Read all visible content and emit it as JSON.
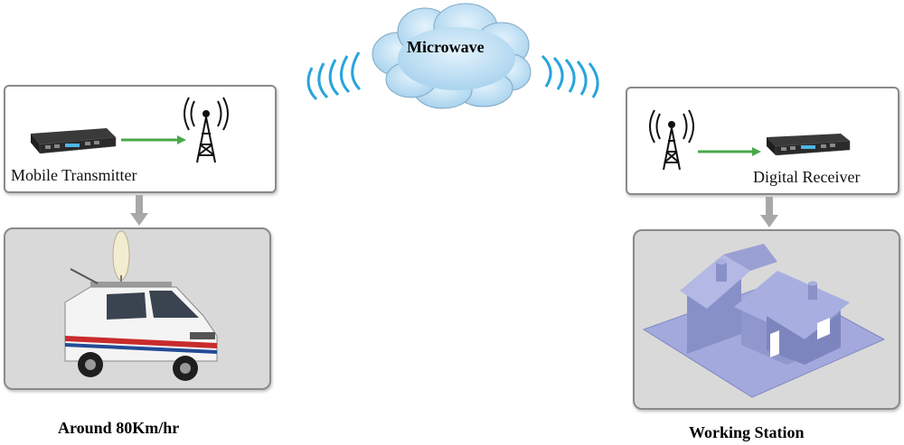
{
  "transmitter": {
    "label": "Mobile Transmitter"
  },
  "receiver": {
    "label": "Digital Receiver"
  },
  "cloud": {
    "label": "Microwave"
  },
  "captions": {
    "vehicle": "Around 80Km/hr",
    "station": "Working Station"
  },
  "icons": {
    "antenna": "antenna-tower-icon",
    "device": "rack-device-icon",
    "waves": "radio-waves-icon"
  },
  "colors": {
    "signal_arrow": "#4aa84a",
    "waves": "#27a4dc",
    "cloud": "#b8dcf2",
    "house": "#9ca3d6",
    "gray_arrow": "#a8a8a8"
  }
}
